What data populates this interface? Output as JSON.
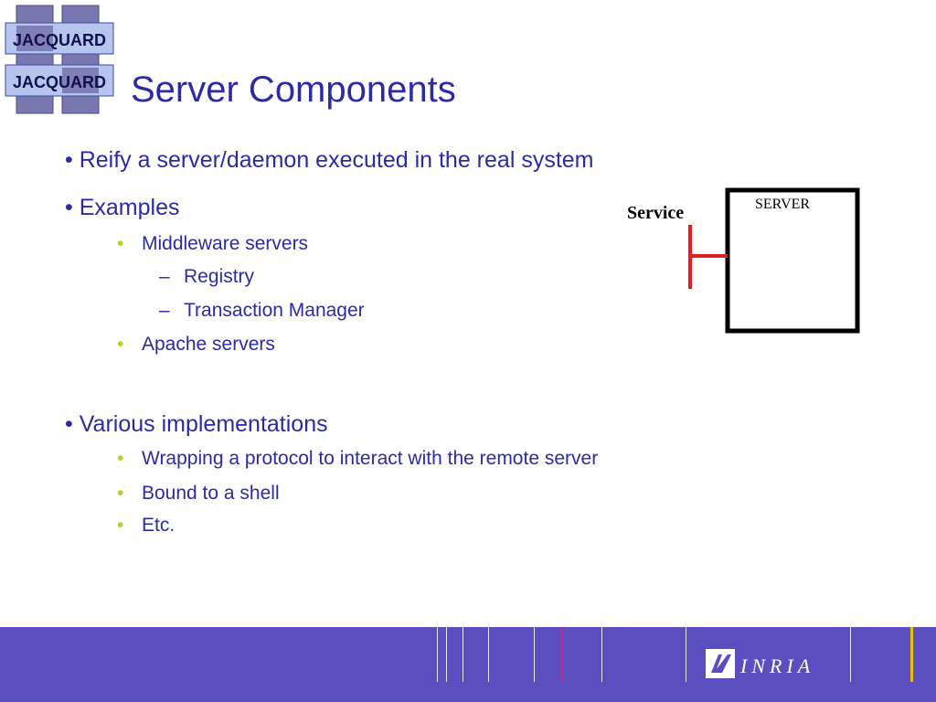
{
  "logo": {
    "word_top": "JACQUARD",
    "word_bottom": "JACQUARD"
  },
  "title": "Server Components",
  "bullets": {
    "b1": "Reify a server/daemon executed in the real system",
    "b2": "Examples",
    "b2_1": "Middleware servers",
    "b2_1_1": "Registry",
    "b2_1_2": "Transaction Manager",
    "b2_2": "Apache servers",
    "b3": "Various implementations",
    "b3_1": "Wrapping a protocol to interact with the remote server",
    "b3_2": "Bound to a shell",
    "b3_3": "Etc.",
    "l1_marker": "•",
    "l2_marker": "•",
    "l3_marker": "–"
  },
  "diagram": {
    "service_label": "Service",
    "server_label": "SERVER"
  },
  "footer": {
    "brand": "INRIA"
  },
  "colors": {
    "title": "#2b2ba6",
    "footer": "#5b4fbf",
    "bullet_accent": "#b8d020",
    "connector": "#e02020"
  }
}
